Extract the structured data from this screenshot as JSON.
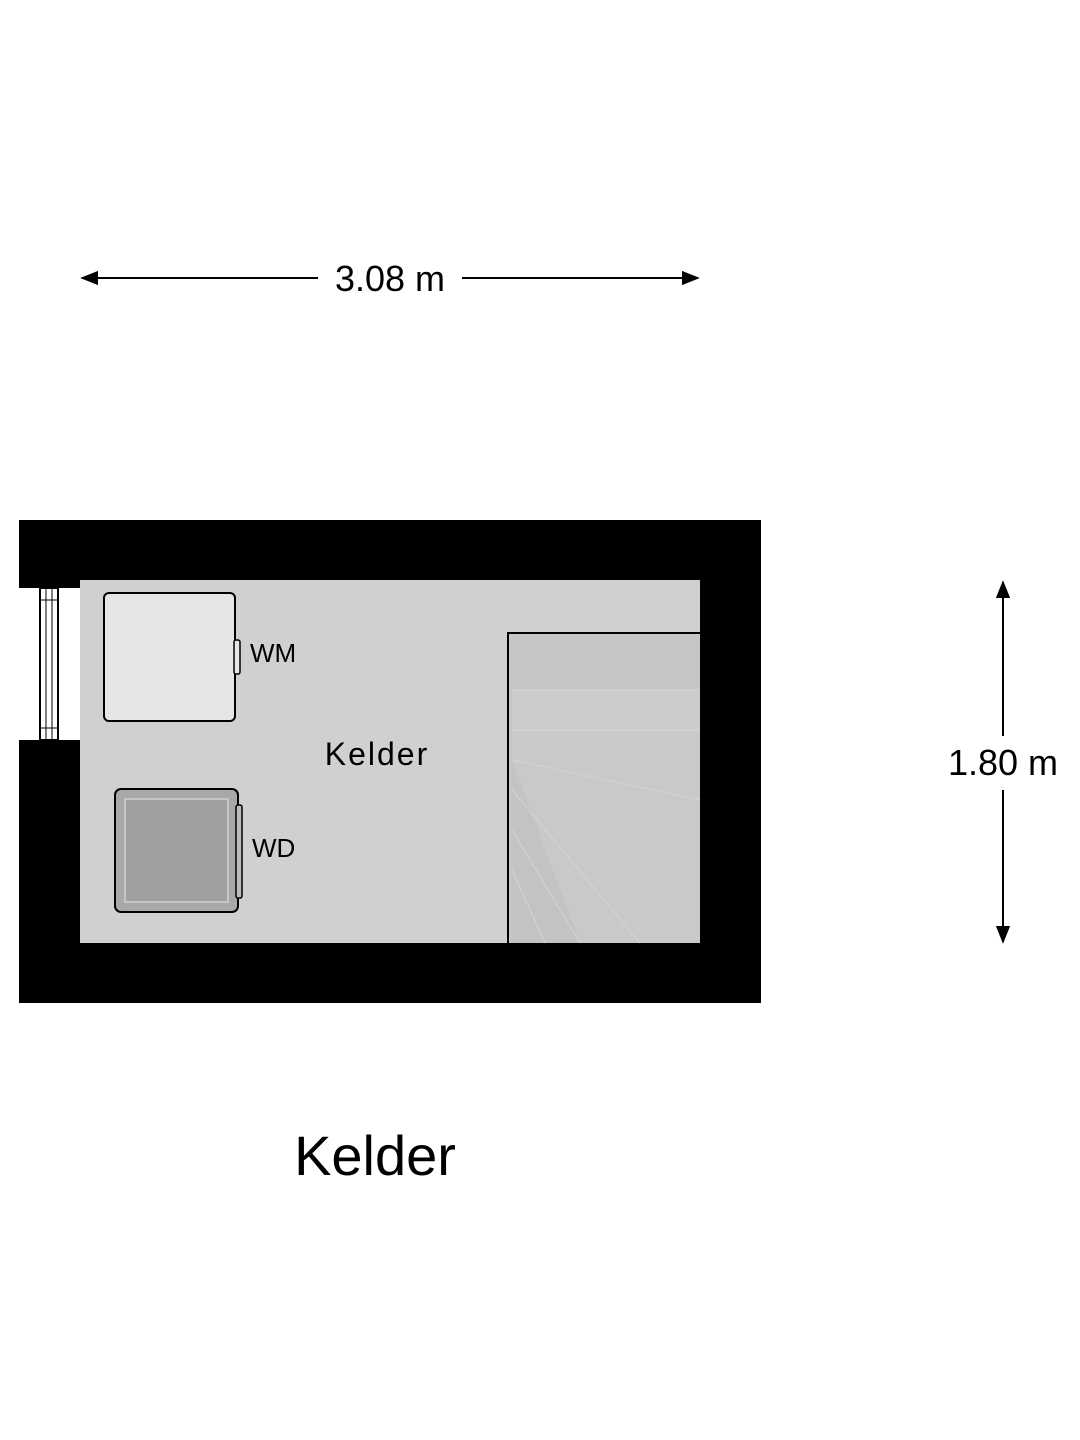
{
  "dimensions": {
    "width_label": "3.08 m",
    "height_label": "1.80 m"
  },
  "rooms": {
    "main_label": "Kelder"
  },
  "appliances": {
    "washing_machine": "WM",
    "dryer": "WD"
  },
  "floor": {
    "title": "Kelder"
  },
  "colors": {
    "wall": "#000000",
    "floor": "#d0d0d0",
    "stairs": "#c4c4c4",
    "washing_machine": "#e6e6e6",
    "dryer": "#a8a8a8"
  }
}
